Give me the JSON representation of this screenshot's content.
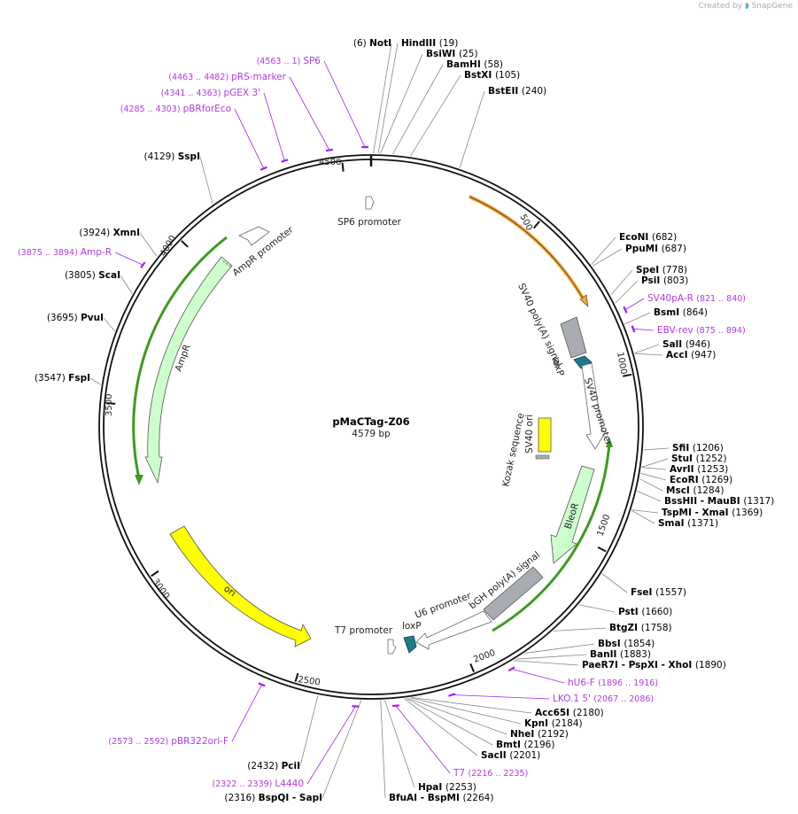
{
  "credit": {
    "created_by": "Created by",
    "brand": "SnapGene"
  },
  "plasmid": {
    "name": "pMaCTag-Z06",
    "size_label": "4579 bp",
    "length": 4579
  },
  "ticks": [
    {
      "bp": 500,
      "label": "500"
    },
    {
      "bp": 1000,
      "label": "1000"
    },
    {
      "bp": 1500,
      "label": "1500"
    },
    {
      "bp": 2000,
      "label": "2000"
    },
    {
      "bp": 2500,
      "label": "2500"
    },
    {
      "bp": 3000,
      "label": "3000"
    },
    {
      "bp": 3500,
      "label": "3500"
    },
    {
      "bp": 4000,
      "label": "4000"
    },
    {
      "bp": 4500,
      "label": "4500"
    }
  ],
  "enzymes": [
    {
      "name": "NotI",
      "pos": "(6)",
      "side": "left"
    },
    {
      "name": "HindIII",
      "pos": "(19)",
      "side": "right"
    },
    {
      "name": "BsiWI",
      "pos": "(25)",
      "side": "right"
    },
    {
      "name": "BamHI",
      "pos": "(58)",
      "side": "right"
    },
    {
      "name": "BstXI",
      "pos": "(105)",
      "side": "right"
    },
    {
      "name": "BstEII",
      "pos": "(240)",
      "side": "right"
    },
    {
      "name": "EcoNI",
      "pos": "(682)",
      "side": "right"
    },
    {
      "name": "PpuMI",
      "pos": "(687)",
      "side": "right"
    },
    {
      "name": "SpeI",
      "pos": "(778)",
      "side": "right"
    },
    {
      "name": "PsiI",
      "pos": "(803)",
      "side": "right"
    },
    {
      "name": "BsmI",
      "pos": "(864)",
      "side": "right"
    },
    {
      "name": "SalI",
      "pos": "(946)",
      "side": "right"
    },
    {
      "name": "AccI",
      "pos": "(947)",
      "side": "right"
    },
    {
      "name": "SfiI",
      "pos": "(1206)",
      "side": "right"
    },
    {
      "name": "StuI",
      "pos": "(1252)",
      "side": "right"
    },
    {
      "name": "AvrII",
      "pos": "(1253)",
      "side": "right"
    },
    {
      "name": "EcoRI",
      "pos": "(1269)",
      "side": "right"
    },
    {
      "name": "MscI",
      "pos": "(1284)",
      "side": "right"
    },
    {
      "name": "BssHII - MauBI",
      "pos": "(1317)",
      "side": "right"
    },
    {
      "name": "TspMI - XmaI",
      "pos": "(1369)",
      "side": "right"
    },
    {
      "name": "SmaI",
      "pos": "(1371)",
      "side": "right"
    },
    {
      "name": "FseI",
      "pos": "(1557)",
      "side": "right"
    },
    {
      "name": "PstI",
      "pos": "(1660)",
      "side": "right"
    },
    {
      "name": "BtgZI",
      "pos": "(1758)",
      "side": "right"
    },
    {
      "name": "BbsI",
      "pos": "(1854)",
      "side": "right"
    },
    {
      "name": "BanII",
      "pos": "(1883)",
      "side": "right"
    },
    {
      "name": "PaeR7I - PspXI - XhoI",
      "pos": "(1890)",
      "side": "right"
    },
    {
      "name": "Acc65I",
      "pos": "(2180)",
      "side": "right"
    },
    {
      "name": "KpnI",
      "pos": "(2184)",
      "side": "right"
    },
    {
      "name": "NheI",
      "pos": "(2192)",
      "side": "right"
    },
    {
      "name": "BmtI",
      "pos": "(2196)",
      "side": "right"
    },
    {
      "name": "SacII",
      "pos": "(2201)",
      "side": "right"
    },
    {
      "name": "HpaI",
      "pos": "(2253)",
      "side": "right"
    },
    {
      "name": "BfuAI - BspMI",
      "pos": "(2264)",
      "side": "right"
    },
    {
      "name": "BspQI - SapI",
      "pos": "(2316)",
      "side": "left"
    },
    {
      "name": "PciI",
      "pos": "(2432)",
      "side": "left"
    },
    {
      "name": "FspI",
      "pos": "(3547)",
      "side": "left"
    },
    {
      "name": "PvuI",
      "pos": "(3695)",
      "side": "left"
    },
    {
      "name": "ScaI",
      "pos": "(3805)",
      "side": "left"
    },
    {
      "name": "XmnI",
      "pos": "(3924)",
      "side": "left"
    },
    {
      "name": "SspI",
      "pos": "(4129)",
      "side": "left"
    }
  ],
  "primers": [
    {
      "name": "SP6",
      "pos": "(4563 .. 1)",
      "side": "left"
    },
    {
      "name": "pRS-marker",
      "pos": "(4463 .. 4482)",
      "side": "left"
    },
    {
      "name": "pGEX 3'",
      "pos": "(4341 .. 4363)",
      "side": "left"
    },
    {
      "name": "pBRforEco",
      "pos": "(4285 .. 4303)",
      "side": "left"
    },
    {
      "name": "SV40pA-R",
      "pos": "(821 .. 840)",
      "side": "right"
    },
    {
      "name": "EBV-rev",
      "pos": "(875 .. 894)",
      "side": "right"
    },
    {
      "name": "hU6-F",
      "pos": "(1896 .. 1916)",
      "side": "right"
    },
    {
      "name": "LKO.1 5'",
      "pos": "(2067 .. 2086)",
      "side": "right"
    },
    {
      "name": "T7",
      "pos": "(2216 .. 2235)",
      "side": "right"
    },
    {
      "name": "L4440",
      "pos": "(2322 .. 2339)",
      "side": "left"
    },
    {
      "name": "pBR322ori-F",
      "pos": "(2573 .. 2592)",
      "side": "left"
    },
    {
      "name": "Amp-R",
      "pos": "(3875 .. 3894)",
      "side": "left"
    }
  ],
  "features": [
    {
      "name": "SP6 promoter",
      "type": "promoter"
    },
    {
      "name": "SV40 poly(A) signal",
      "type": "terminator"
    },
    {
      "name": "loxP",
      "type": "protein_bind"
    },
    {
      "name": "SV40 promoter",
      "type": "promoter"
    },
    {
      "name": "SV40 ori",
      "type": "rep_origin"
    },
    {
      "name": "Kozak sequence",
      "type": "misc"
    },
    {
      "name": "BleoR",
      "type": "CDS"
    },
    {
      "name": "bGH poly(A) signal",
      "type": "terminator"
    },
    {
      "name": "U6 promoter",
      "type": "promoter"
    },
    {
      "name": "loxP",
      "type": "protein_bind"
    },
    {
      "name": "T7 promoter",
      "type": "promoter"
    },
    {
      "name": "ori",
      "type": "rep_origin"
    },
    {
      "name": "AmpR",
      "type": "CDS"
    },
    {
      "name": "AmpR promoter",
      "type": "promoter"
    }
  ],
  "colors": {
    "backbone": "#111111",
    "primer": "#a020f0",
    "cds": "#ccffcc",
    "ori": "#ffff00",
    "terminator": "#a9a9a9",
    "protein_bind": "#1f7a8c",
    "misc_orange": "#f4a436",
    "highlight_green": "#3d9b1f"
  }
}
